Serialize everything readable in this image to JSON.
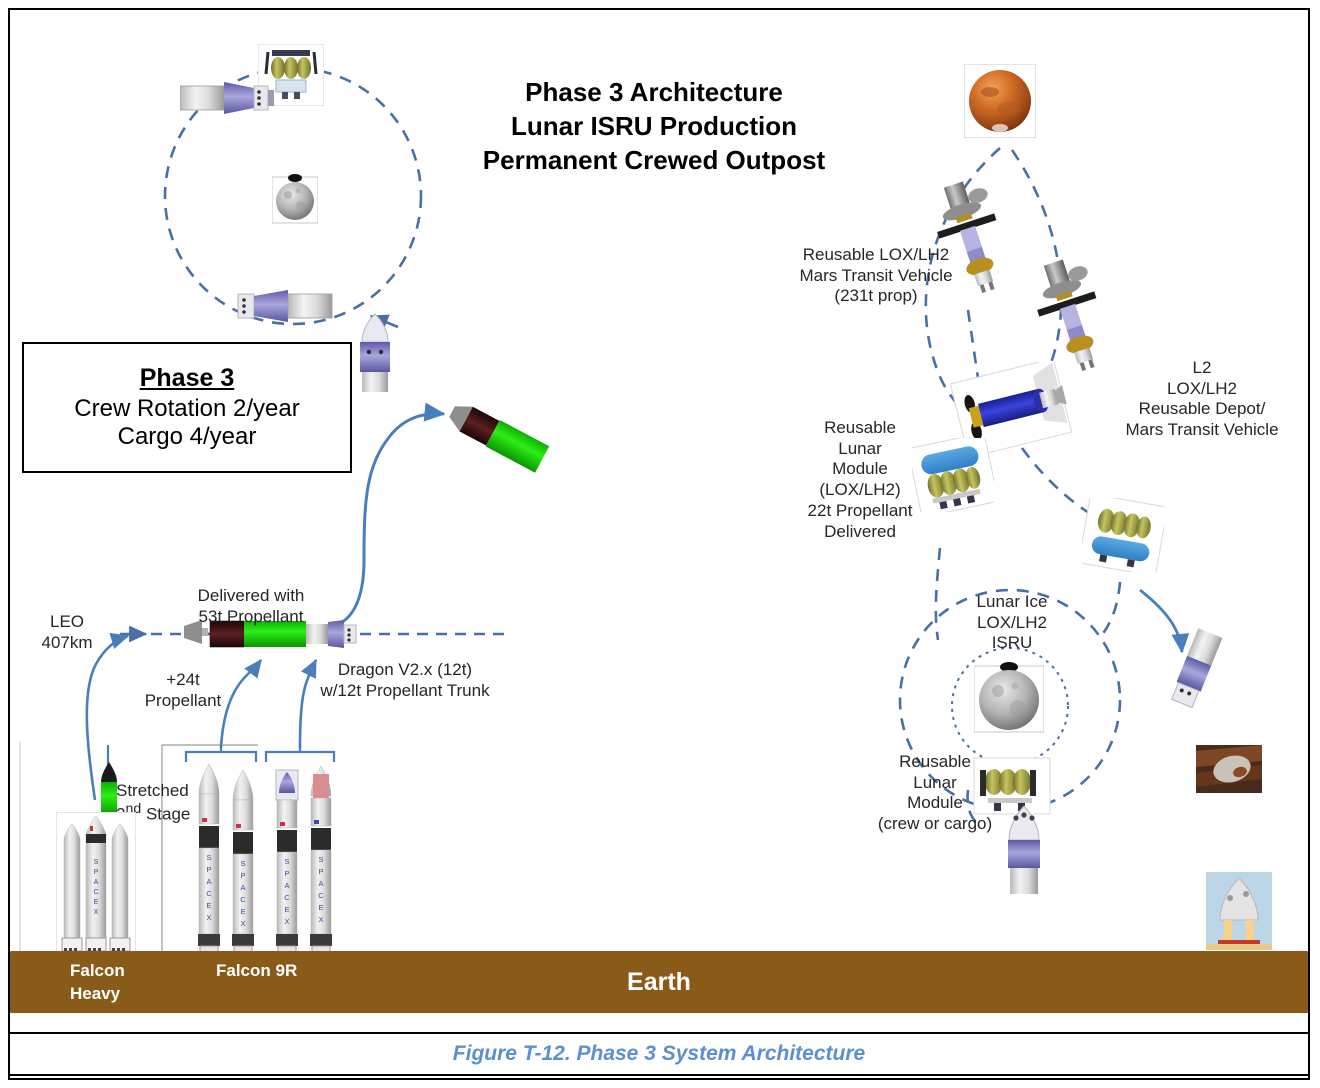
{
  "figure": {
    "caption": "Figure T-12. Phase 3 System Architecture",
    "caption_color": "#5b8fd4"
  },
  "title": {
    "line1": "Phase 3 Architecture",
    "line2": "Lunar ISRU Production",
    "line3": "Permanent Crewed Outpost"
  },
  "phase_box": {
    "heading": "Phase 3",
    "line1": "Crew Rotation 2/year",
    "line2": "Cargo 4/year"
  },
  "ground": {
    "label": "Earth",
    "color": "#8a5a18",
    "falcon_heavy": "Falcon\nHeavy",
    "falcon_9r": "Falcon 9R"
  },
  "labels": {
    "leo": "LEO\n407km",
    "delivered_53t": "Delivered with\n53t Propellant",
    "plus_24t": "+24t\nPropellant",
    "dragon": "Dragon V2.x (12t)\nw/12t Propellant Trunk",
    "stretched_stage": "Stretched\n2",
    "stretched_stage_sup": "nd",
    "stretched_stage_tail": " Stage",
    "mars_transit": "Reusable LOX/LH2\nMars Transit Vehicle\n(231t prop)",
    "l2_depot": "L2\nLOX/LH2\nReusable Depot/\nMars Transit Vehicle",
    "reusable_lunar_module": "Reusable\nLunar\nModule\n(LOX/LH2)\n22t Propellant\nDelivered",
    "lunar_ice": "Lunar Ice\nLOX/LH2\nISRU",
    "lunar_module_crew": "Reusable\nLunar\nModule\n(crew or cargo)"
  },
  "icons": {
    "moon_lunar_orbit": "moon-icon",
    "moon_isru": "moon-icon",
    "mars": "mars-planet-icon",
    "mars_entry": "capsule-entry-icon",
    "dragon_landing": "dragon-landing-icon",
    "lander_top": "lunar-lander-icon",
    "tug_top_left": "propellant-tug-icon",
    "tug_bottom_left": "propellant-tug-icon",
    "dragon_ascend": "dragon-capsule-icon",
    "green_tank": "propellant-tank-icon",
    "l2_depot_vehicle": "depot-vehicle-icon",
    "transit_vehicle_1": "mars-transit-vehicle-icon",
    "transit_vehicle_2": "mars-transit-vehicle-icon",
    "lunar_module_left": "lunar-module-icon",
    "lunar_module_right": "lunar-module-icon",
    "lunar_surface_module": "lunar-module-icon",
    "leo_stack": "leo-propellant-stack-icon",
    "falcon_heavy": "falcon-heavy-icon",
    "falcon_9r_1": "falcon-9r-icon",
    "falcon_9r_2": "falcon-9r-icon",
    "falcon_9r_3": "falcon-9r-icon",
    "falcon_9r_4": "falcon-9r-icon"
  },
  "colors": {
    "dashed_orbit": "#4a6fa5",
    "solid_arrow": "#4a7ebb",
    "tank_green": "#18d60a",
    "tank_dark": "#3a1212",
    "dragon_purple": "#7b78c2",
    "depot_blue": "#2730b8",
    "module_blue": "#4a9fe0",
    "tank_olive": "#9a9a42"
  }
}
